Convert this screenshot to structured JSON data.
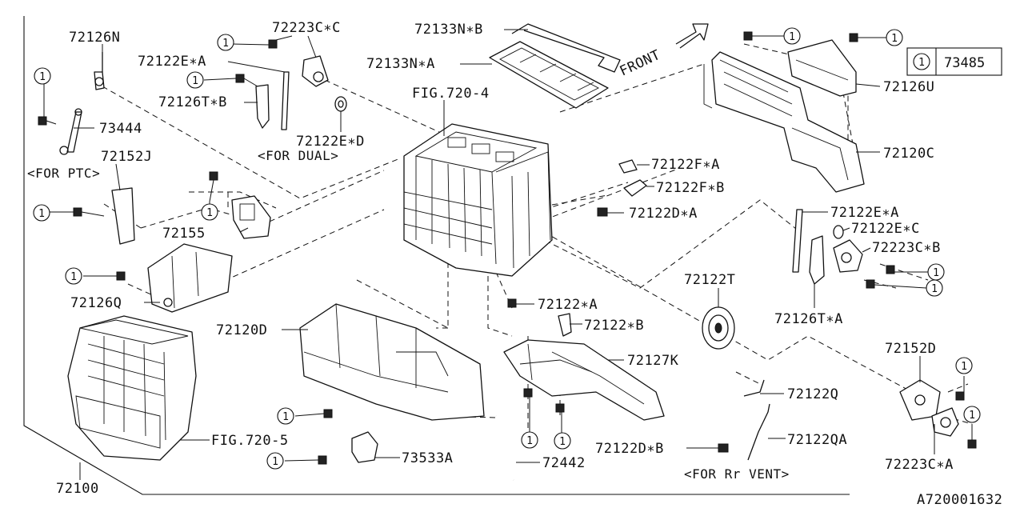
{
  "labels": {
    "l_72126N": "72126N",
    "l_72223CC": "72223C∗C",
    "l_72133NB": "72133N∗B",
    "l_72133NA": "72133N∗A",
    "l_72122EA_top": "72122E∗A",
    "l_72126TB": "72126T∗B",
    "l_72122ED": "72122E∗D",
    "l_fig7204": "FIG.720-4",
    "l_73444": "73444",
    "l_72152J": "72152J",
    "l_72155": "72155",
    "l_72126Q": "72126Q",
    "l_72120D": "72120D",
    "l_fig7205": "FIG.720-5",
    "l_72100": "72100",
    "l_73533A": "73533A",
    "l_72442": "72442",
    "l_72122A": "72122∗A",
    "l_72122B": "72122∗B",
    "l_72127K": "72127K",
    "l_72122FA": "72122F∗A",
    "l_72122FB": "72122F∗B",
    "l_72122DA": "72122D∗A",
    "l_72122EA_right": "72122E∗A",
    "l_72122EC": "72122E∗C",
    "l_72223CB": "72223C∗B",
    "l_72122T": "72122T",
    "l_72126TA": "72126T∗A",
    "l_72152D": "72152D",
    "l_72223CA": "72223C∗A",
    "l_72122Q": "72122Q",
    "l_72122QA": "72122QA",
    "l_72122DB": "72122D∗B",
    "l_72126U": "72126U",
    "l_72120C": "72120C",
    "l_front": "FRONT"
  },
  "notes": {
    "for_dual": "<FOR DUAL>",
    "for_ptc": "<FOR PTC>",
    "for_rr_vent": "<FOR Rr VENT>"
  },
  "legend": {
    "ref_number": "1",
    "part_number": "73485"
  },
  "callout_number": "1",
  "diagram_id": "A720001632",
  "icons": {
    "callout": "circled-number-1",
    "front_arrow": "front-direction-arrow"
  }
}
